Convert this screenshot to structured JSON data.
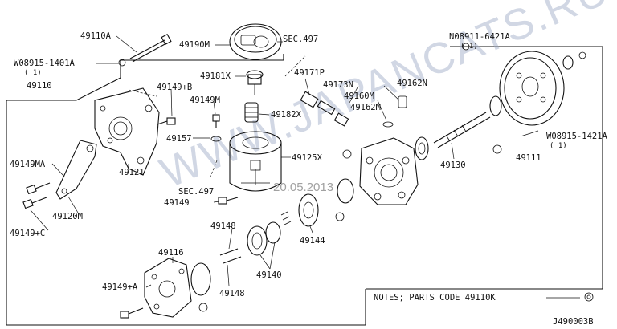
{
  "labels": {
    "p49110a": "49110A",
    "p49190m": "49190M",
    "sec497_top": "SEC.497",
    "p08911": "N08911-6421A",
    "p08911_qty": "( 1)",
    "p08915_left": "W08915-1401A",
    "p08915_left_qty": "( 1)",
    "p49110": "49110",
    "p49181x": "49181X",
    "p49171p": "49171P",
    "p49173n": "49173N",
    "p49162n": "49162N",
    "p49149b": "49149+B",
    "p49149m": "49149M",
    "p49160m": "49160M",
    "p49162m": "49162M",
    "p49182x": "49182X",
    "p49157": "49157",
    "p49125x": "49125X",
    "p08915_right": "W08915-1421A",
    "p08915_right_qty": "( 1)",
    "p49111": "49111",
    "p49130": "49130",
    "p49149ma": "49149MA",
    "p49121": "49121",
    "sec497_mid": "SEC.497",
    "p49149": "49149",
    "p49120m": "49120M",
    "p49149c": "49149+C",
    "p49148_top": "49148",
    "p49144": "49144",
    "p49116": "49116",
    "p49140": "49140",
    "p49149a": "49149+A",
    "p49148_bot": "49148",
    "notes": "NOTES; PARTS CODE  49110K",
    "diagram_code": "J490003B"
  },
  "watermark": {
    "text": "WWW.JAPANCATS.RU",
    "date": "20.05.2013"
  }
}
